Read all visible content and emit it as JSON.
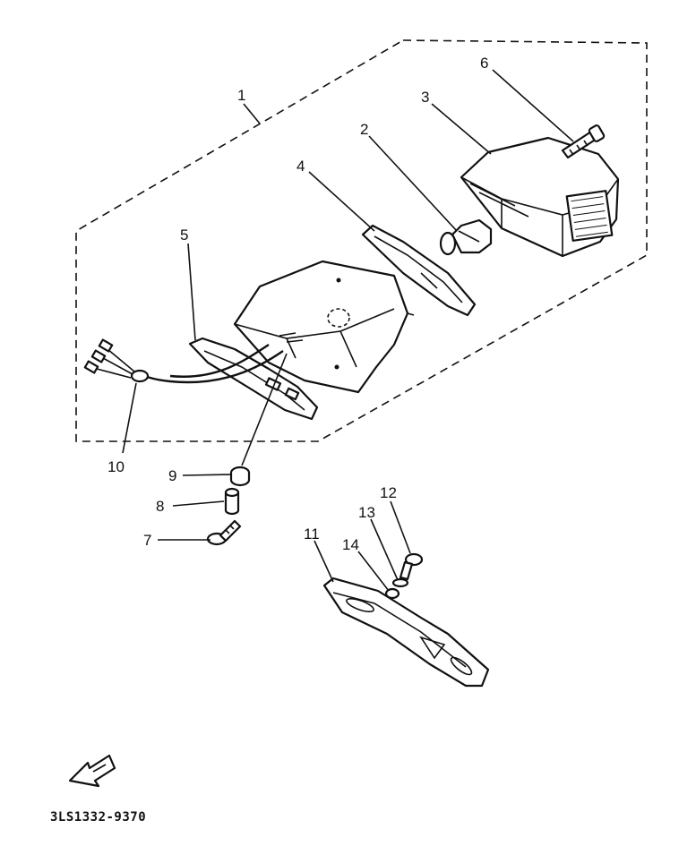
{
  "callouts": {
    "c1": "1",
    "c2": "2",
    "c3": "3",
    "c4": "4",
    "c5": "5",
    "c6": "6",
    "c7": "7",
    "c8": "8",
    "c9": "9",
    "c10": "10",
    "c11": "11",
    "c12": "12",
    "c13": "13",
    "c14": "14"
  },
  "diagram_code": "3LS1332-9370",
  "front_arrow_icon": "front-direction-arrow-icon"
}
